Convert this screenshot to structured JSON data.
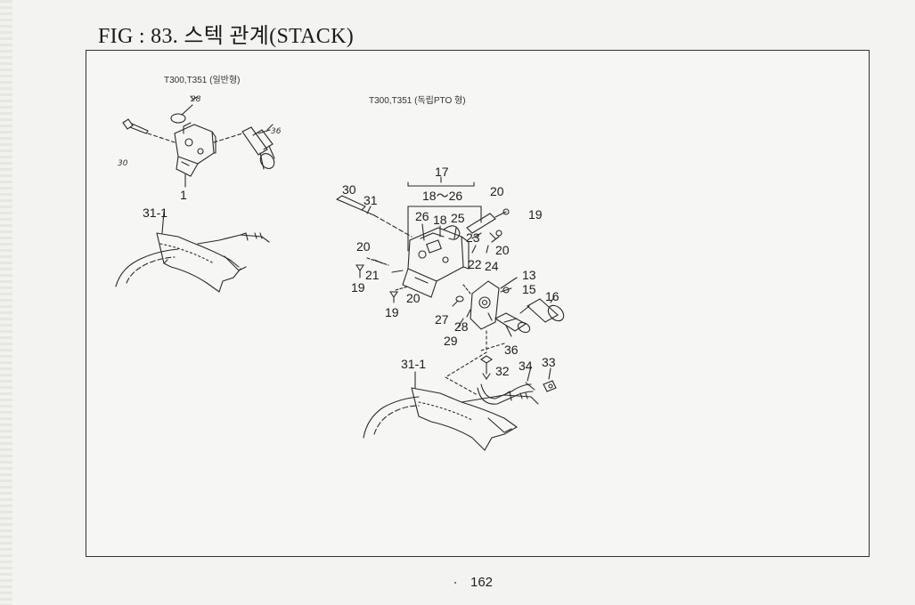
{
  "figure": {
    "title": "FIG : 83. 스텍 관계(STACK)"
  },
  "diagrams": {
    "left_caption": "T300,T351 (일반형)",
    "right_caption": "T300,T351 (독립PTO 형)"
  },
  "callouts_left": {
    "c30": "30",
    "c28": "28",
    "c36": "36",
    "c1": "1",
    "c31_1": "31-1"
  },
  "callouts_right": {
    "c17": "17",
    "c18_26": "18～26",
    "c30": "30",
    "c31": "31",
    "c20a": "20",
    "c19a": "19",
    "c26": "26",
    "c18": "18",
    "c25": "25",
    "c23": "23",
    "c20b": "20",
    "c22": "22",
    "c24": "24",
    "c20c": "20",
    "c21": "21",
    "c19b": "19",
    "c13": "13",
    "c15": "15",
    "c16": "16",
    "c19c": "19",
    "c20d": "20",
    "c27": "27",
    "c28": "28",
    "c29": "29",
    "c36": "36",
    "c31_1": "31-1",
    "c32": "32",
    "c34": "34",
    "c33": "33"
  },
  "footer": {
    "page_number": "162"
  }
}
